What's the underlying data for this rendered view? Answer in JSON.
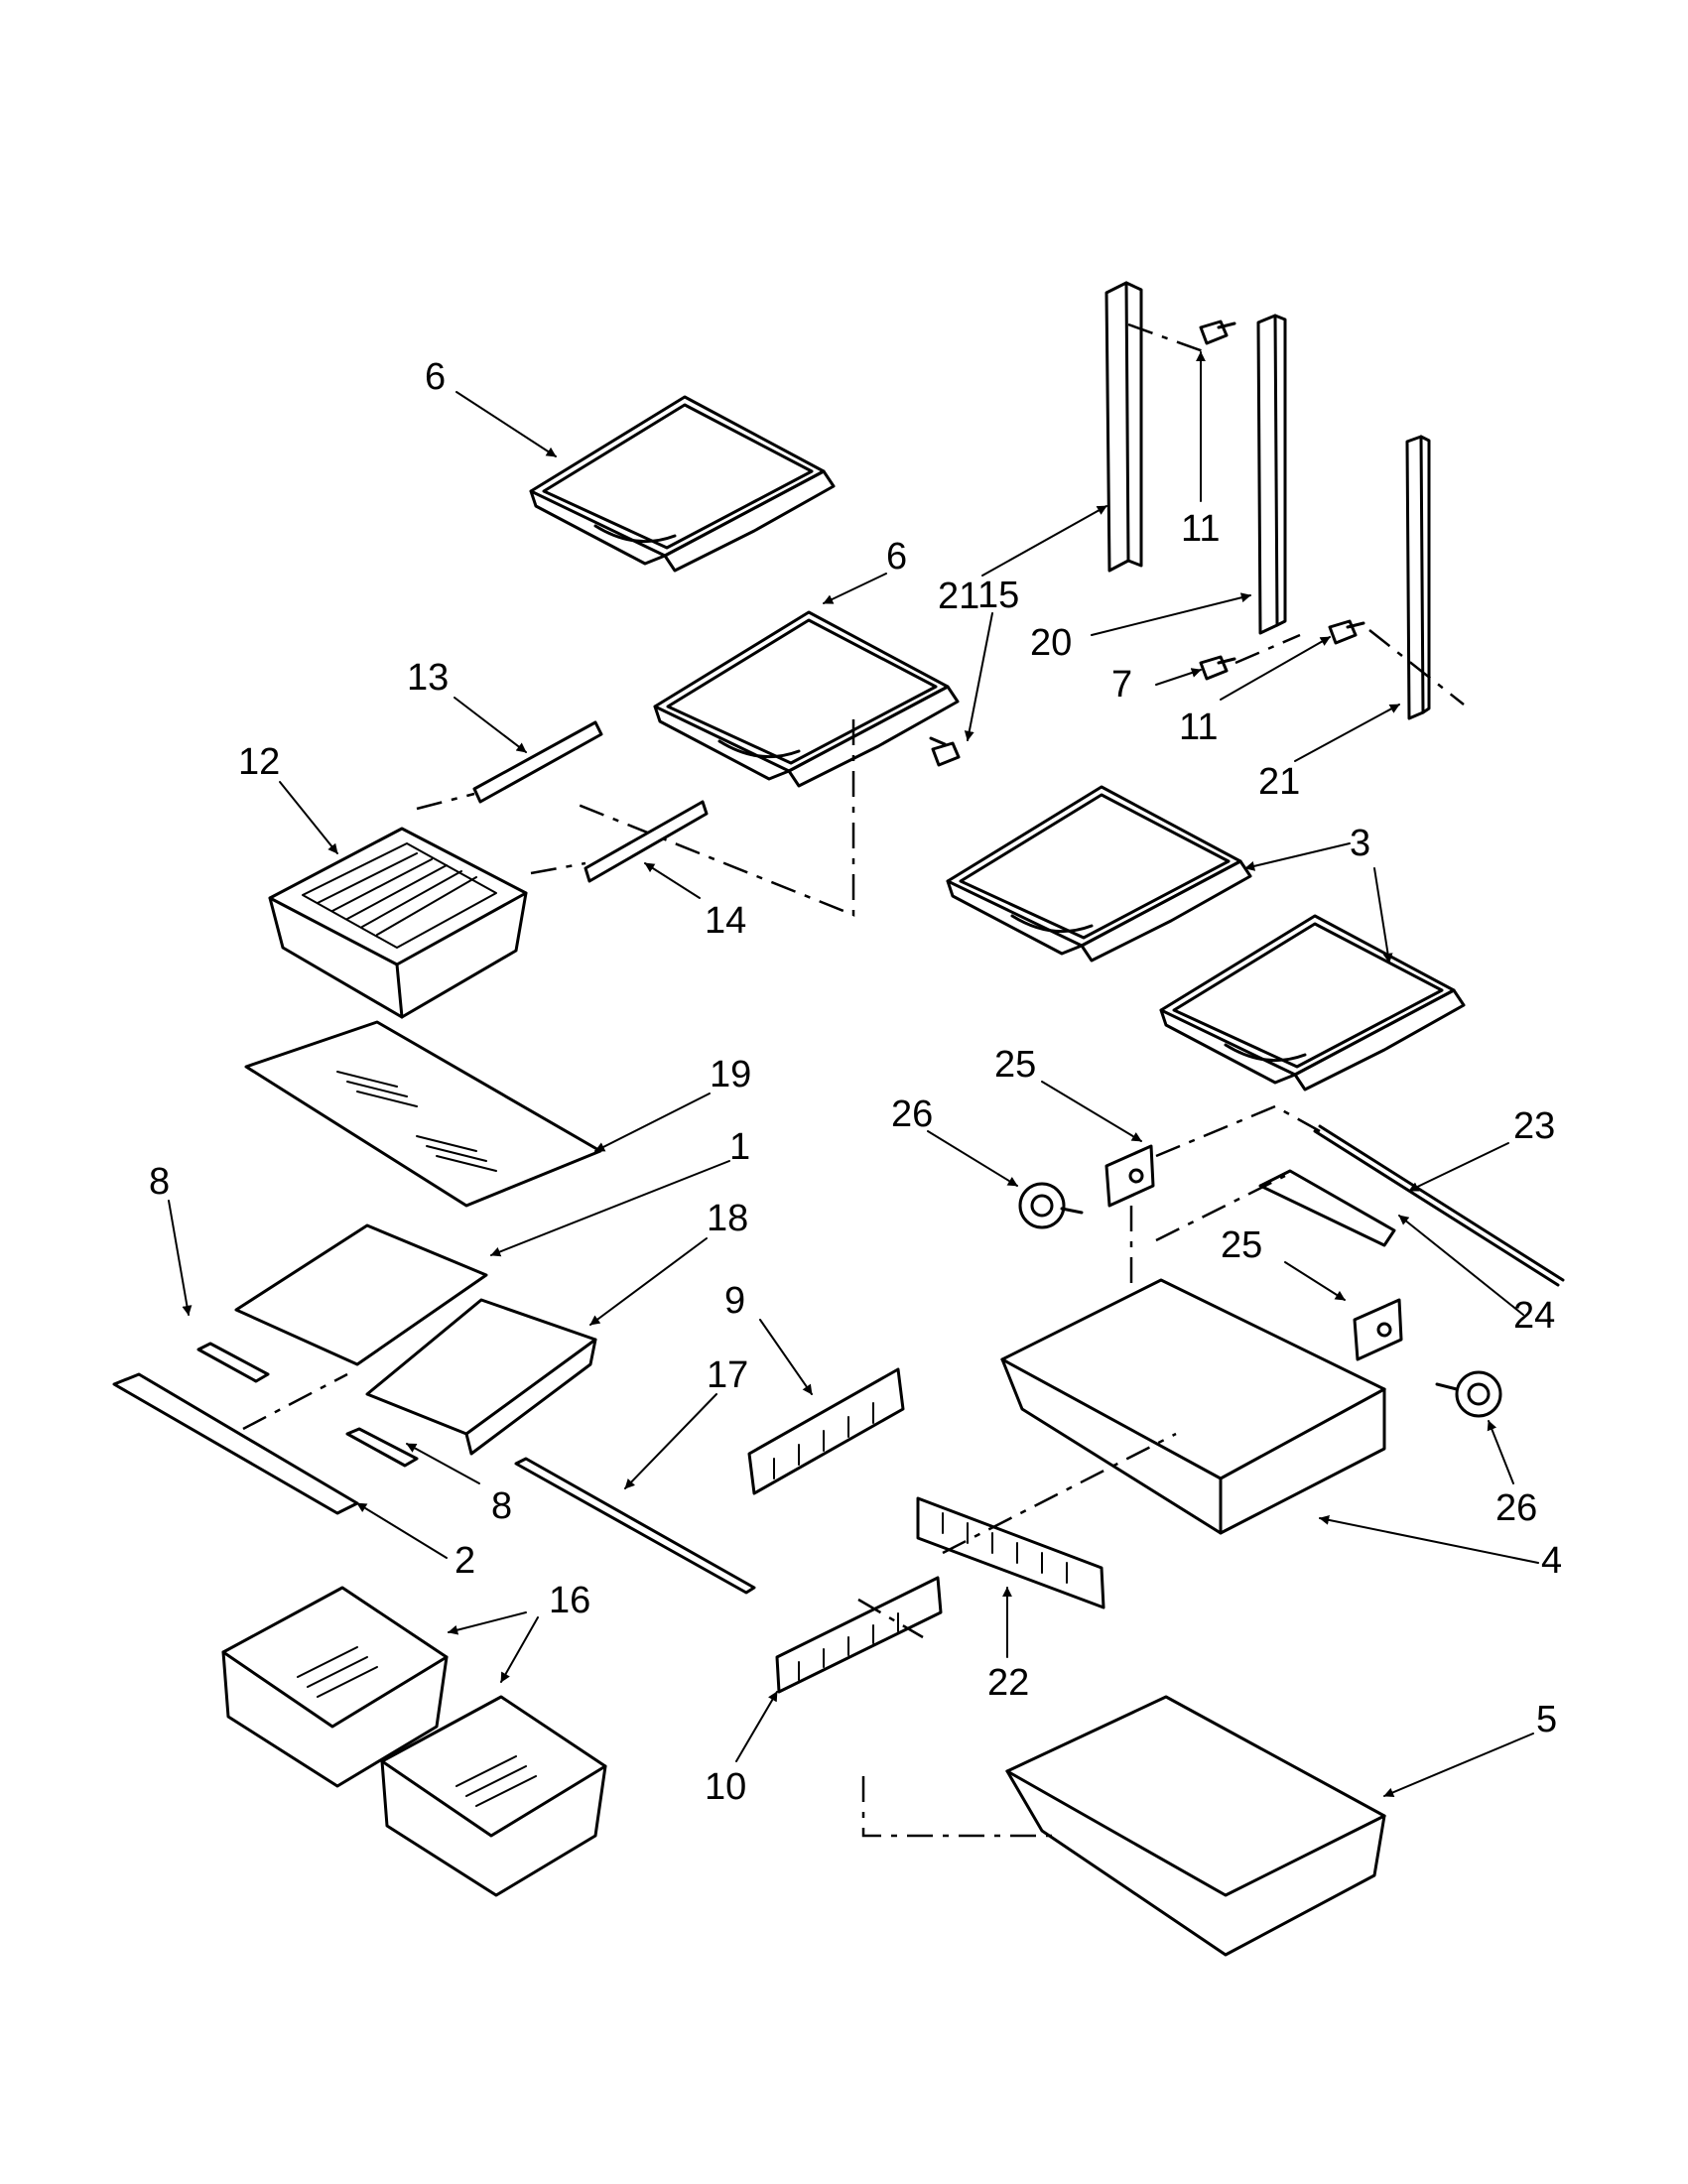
{
  "callouts": [
    "6",
    "6",
    "15",
    "21",
    "11",
    "20",
    "7",
    "11",
    "21",
    "13",
    "12",
    "14",
    "3",
    "3",
    "19",
    "1",
    "25",
    "26",
    "23",
    "8",
    "18",
    "9",
    "25",
    "17",
    "24",
    "8",
    "2",
    "26",
    "4",
    "22",
    "16",
    "10",
    "5"
  ]
}
